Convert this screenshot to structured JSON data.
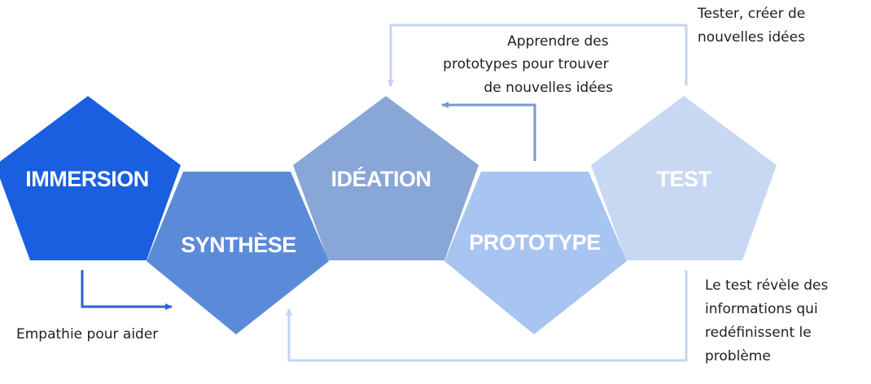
{
  "stages": [
    {
      "label": "IMMERSION",
      "color": "#1a5fdf",
      "orientation": "up"
    },
    {
      "label": "SYNTHÈSE",
      "color": "#5b8bd8",
      "orientation": "down"
    },
    {
      "label": "IDÉATION",
      "color": "#88a6d6",
      "orientation": "up"
    },
    {
      "label": "PROTOTYPE",
      "color": "#a8c4f0",
      "orientation": "down"
    },
    {
      "label": "TEST",
      "color": "#c8d8f3",
      "orientation": "up"
    }
  ],
  "notes": {
    "empathy": [
      "Empathie pour aider"
    ],
    "learn": [
      "Apprendre des",
      "prototypes pour trouver",
      "de nouvelles idées"
    ],
    "tester": [
      "Tester, créer de",
      "nouvelles idées"
    ],
    "reveal": [
      "Le test révèle des",
      "informations qui",
      "redéfinissent le",
      "problème"
    ]
  },
  "colors": {
    "arrow_immersion": "#2a62d2",
    "arrow_prototype": "#7898d0",
    "arrow_test": "#c3d4f0",
    "note_text": "#1f1f1f"
  }
}
